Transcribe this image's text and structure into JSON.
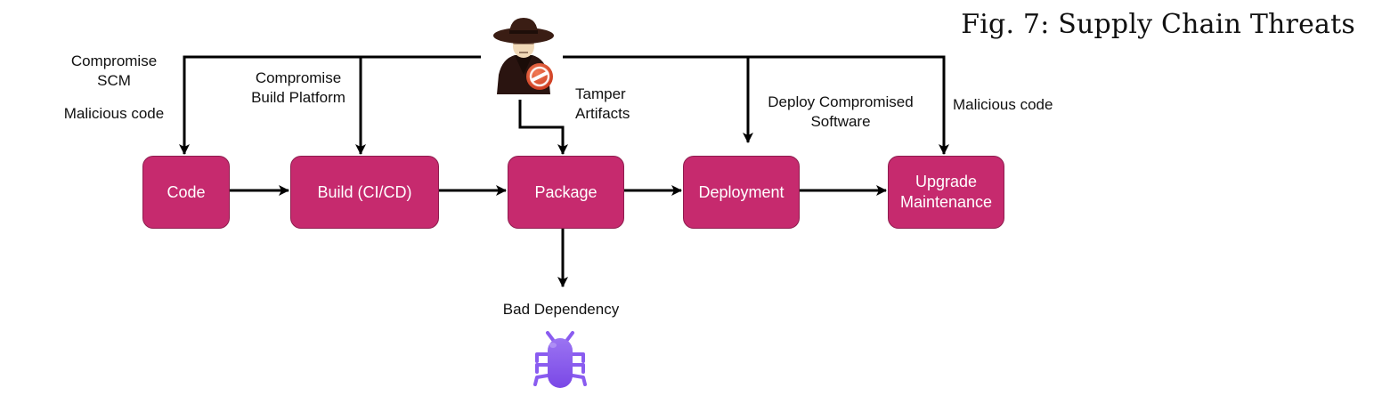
{
  "figure": {
    "title": "Fig. 7: Supply Chain Threats"
  },
  "colors": {
    "stage_fill": "#c62a6e",
    "stage_border": "#8e1c4e",
    "arrow": "#000000",
    "bug": "#8a5cf0",
    "hacker_badge": "#e2542f"
  },
  "stages": [
    {
      "id": "code",
      "label": "Code"
    },
    {
      "id": "build",
      "label": "Build (CI/CD)"
    },
    {
      "id": "package",
      "label": "Package"
    },
    {
      "id": "deployment",
      "label": "Deployment"
    },
    {
      "id": "upgrade",
      "label": "Upgrade\nMaintenance"
    }
  ],
  "threats": {
    "compromise_scm": "Compromise\nSCM",
    "malicious_code_code": "Malicious code",
    "compromise_build": "Compromise\nBuild Platform",
    "tamper_artifacts": "Tamper\nArtifacts",
    "deploy_compromised": "Deploy Compromised\nSoftware",
    "malicious_code_upgrade": "Malicious code",
    "bad_dependency": "Bad Dependency"
  },
  "icons": {
    "attacker": "hacker-icon",
    "bug": "bug-icon"
  }
}
